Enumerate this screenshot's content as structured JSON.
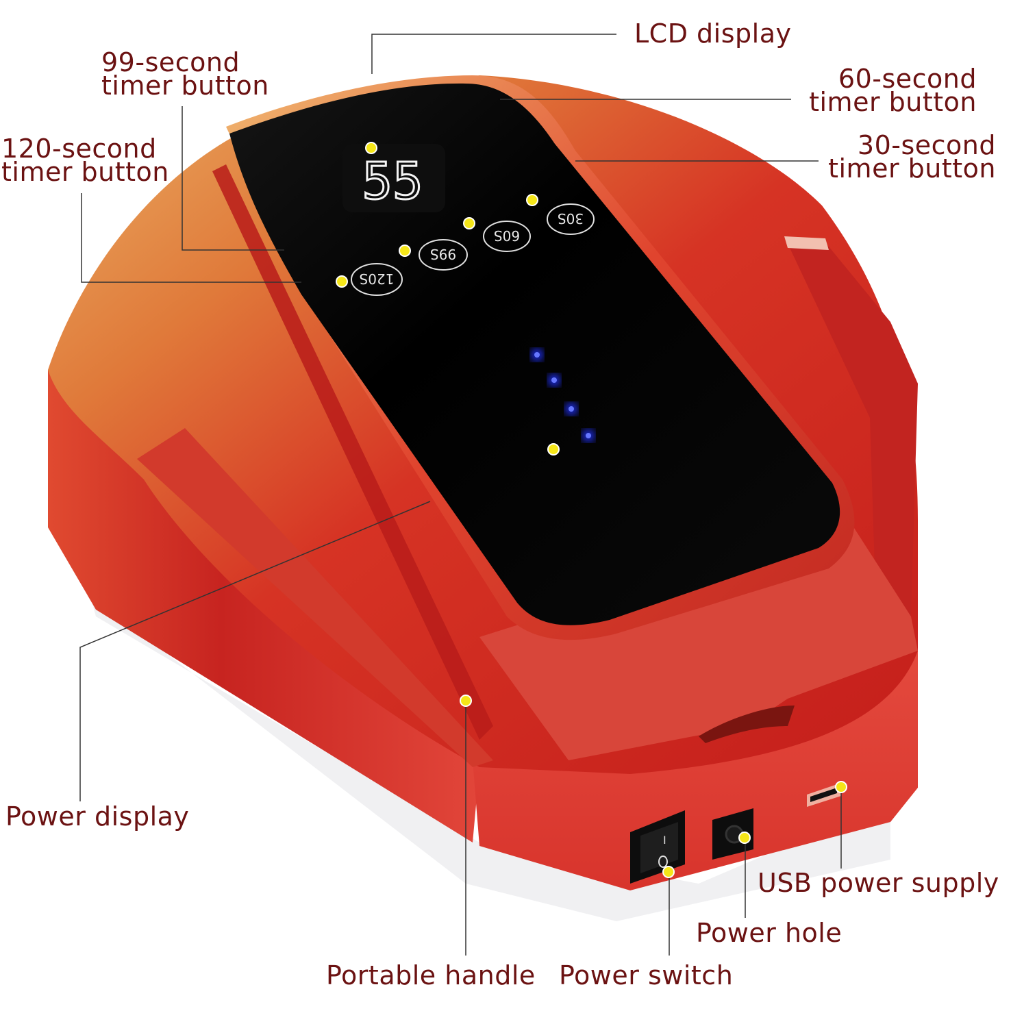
{
  "display": {
    "timer_readout": "55",
    "buttons": [
      {
        "id": "120",
        "label": "120S"
      },
      {
        "id": "99",
        "label": "99S"
      },
      {
        "id": "60",
        "label": "60S"
      },
      {
        "id": "30",
        "label": "30S"
      }
    ]
  },
  "callouts": {
    "lcd_display": "LCD display",
    "timer_99": [
      "99-second",
      "timer button"
    ],
    "timer_120": [
      "120-second",
      "timer button"
    ],
    "timer_60": [
      "60-second",
      "timer button"
    ],
    "timer_30": [
      "30-second",
      "timer button"
    ],
    "power_display": "Power display",
    "portable_handle": "Portable handle",
    "power_switch": "Power switch",
    "power_hole": "Power hole",
    "usb_power_supply": "USB power supply"
  },
  "colors": {
    "body_red": "#d62a22",
    "body_gold": "#e89a4a",
    "panel_black": "#050505",
    "marker_yellow": "#f5e619",
    "led_blue": "#2233ff",
    "label_text": "#6b1212"
  }
}
